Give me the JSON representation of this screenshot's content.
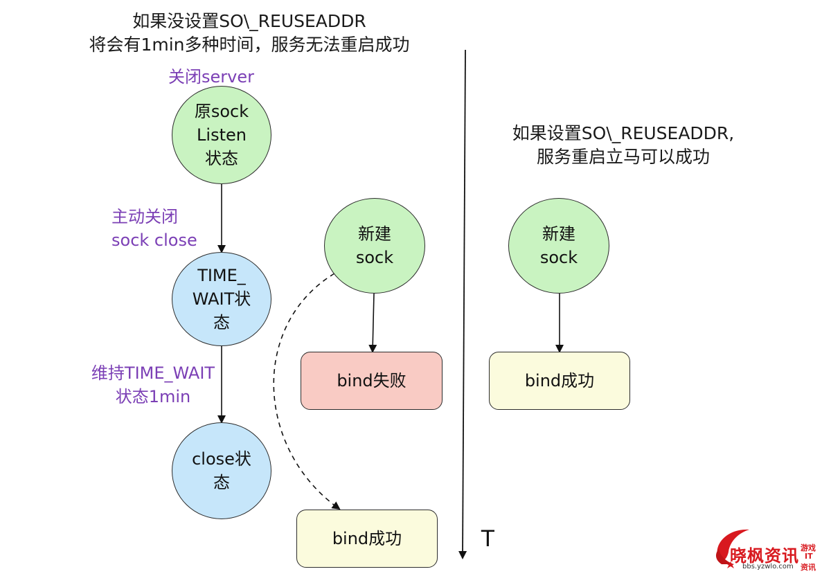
{
  "left_title": {
    "line1": "如果没设置SO\\_REUSEADDR",
    "line2": "将会有1min多种时间，服务无法重启成功"
  },
  "right_title": {
    "line1": "如果设置SO\\_REUSEADDR,",
    "line2": "服务重启立马可以成功"
  },
  "labels": {
    "close_server": "关闭server",
    "active_close_1": "主动关闭",
    "active_close_2": "sock close",
    "keep_wait_1": "维持TIME_WAIT",
    "keep_wait_2": "状态1min"
  },
  "nodes": {
    "orig_sock": "原sock\nListen\n状态",
    "time_wait": "TIME_\nWAIT状\n态",
    "close_state": "close状\n态",
    "new_sock_left": "新建\nsock",
    "bind_fail": "bind失败",
    "bind_success_left": "bind成功",
    "new_sock_right": "新建\nsock",
    "bind_success_right": "bind成功"
  },
  "timeline": {
    "label": "T"
  },
  "watermark": {
    "brand": "晓枫资讯",
    "url": "bbs.yzwlo.com",
    "side_line1": "游戏",
    "side_line2": "IT",
    "side_line3": "资讯"
  },
  "colors": {
    "green_node": "#c9f3c1",
    "blue_node": "#c6e6fa",
    "fail_box": "#f9cbc4",
    "success_box": "#fbfbdd",
    "purple_text": "#7b3fb5",
    "watermark_red": "#d8191f"
  }
}
